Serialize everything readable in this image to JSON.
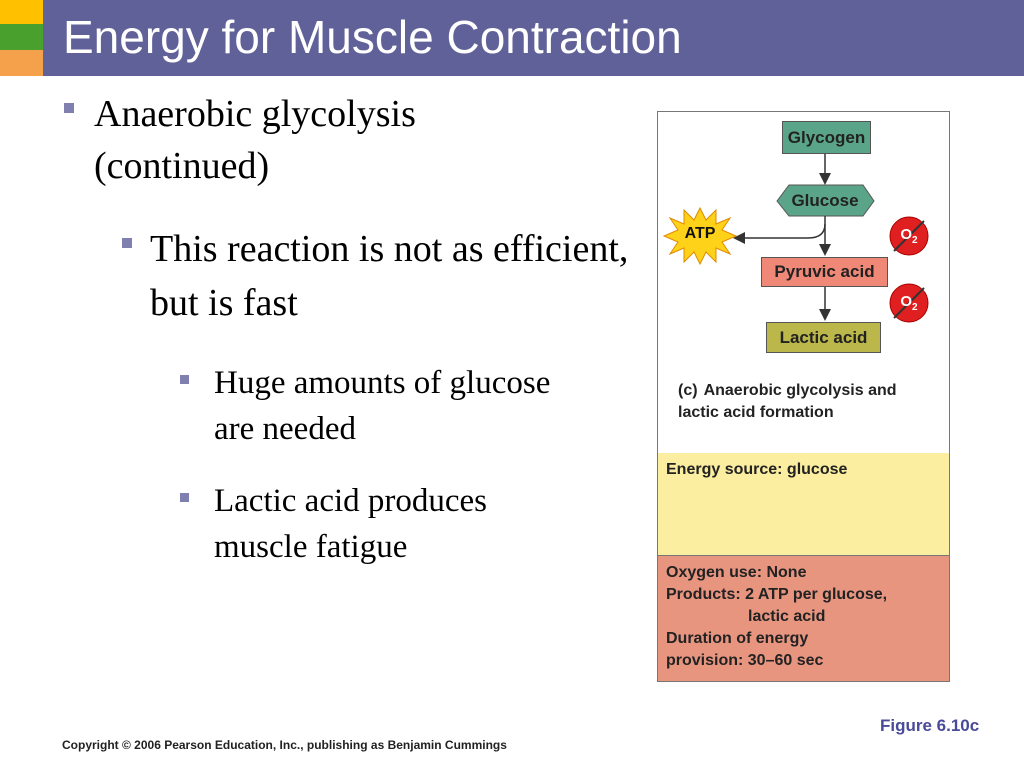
{
  "slide": {
    "title": "Energy for Muscle Contraction",
    "bullets": {
      "level1": "Anaerobic glycolysis (continued)",
      "level2": "This reaction is not as efficient, but is fast",
      "level3": [
        "Huge amounts of glucose are needed",
        "Lactic acid produces muscle fatigue"
      ]
    },
    "figure_label": "Figure 6.10c",
    "copyright": "Copyright © 2006 Pearson Education, Inc., publishing as Benjamin Cummings"
  },
  "figure": {
    "nodes": {
      "glycogen": "Glycogen",
      "glucose": "Glucose",
      "pyruvic_acid": "Pyruvic acid",
      "lactic_acid": "Lactic acid",
      "atp": "ATP",
      "oxygen": "O",
      "oxygen_sub": "2"
    },
    "caption_letter": "(c)",
    "caption": "Anaerobic glycolysis and\nlactic acid formation",
    "energy_source": "Energy source: glucose",
    "details": [
      "Oxygen use: None",
      "Products: 2 ATP per glucose,",
      "lactic acid",
      "Duration of energy",
      "provision: 30–60 sec"
    ],
    "colors": {
      "glycogen": "#5aa58a",
      "glucose": "#5aa58a",
      "pyruvic_acid": "#f08878",
      "lactic_acid": "#bcb74a",
      "atp_burst": "#ffd21a",
      "oxygen_circle": "#e02020",
      "energy_panel": "#fbeea0",
      "details_panel": "#e89580"
    }
  },
  "theme": {
    "title_bar": "#616199",
    "bullet_marker": "#8080b0",
    "figure_label": "#4a4a9a"
  }
}
